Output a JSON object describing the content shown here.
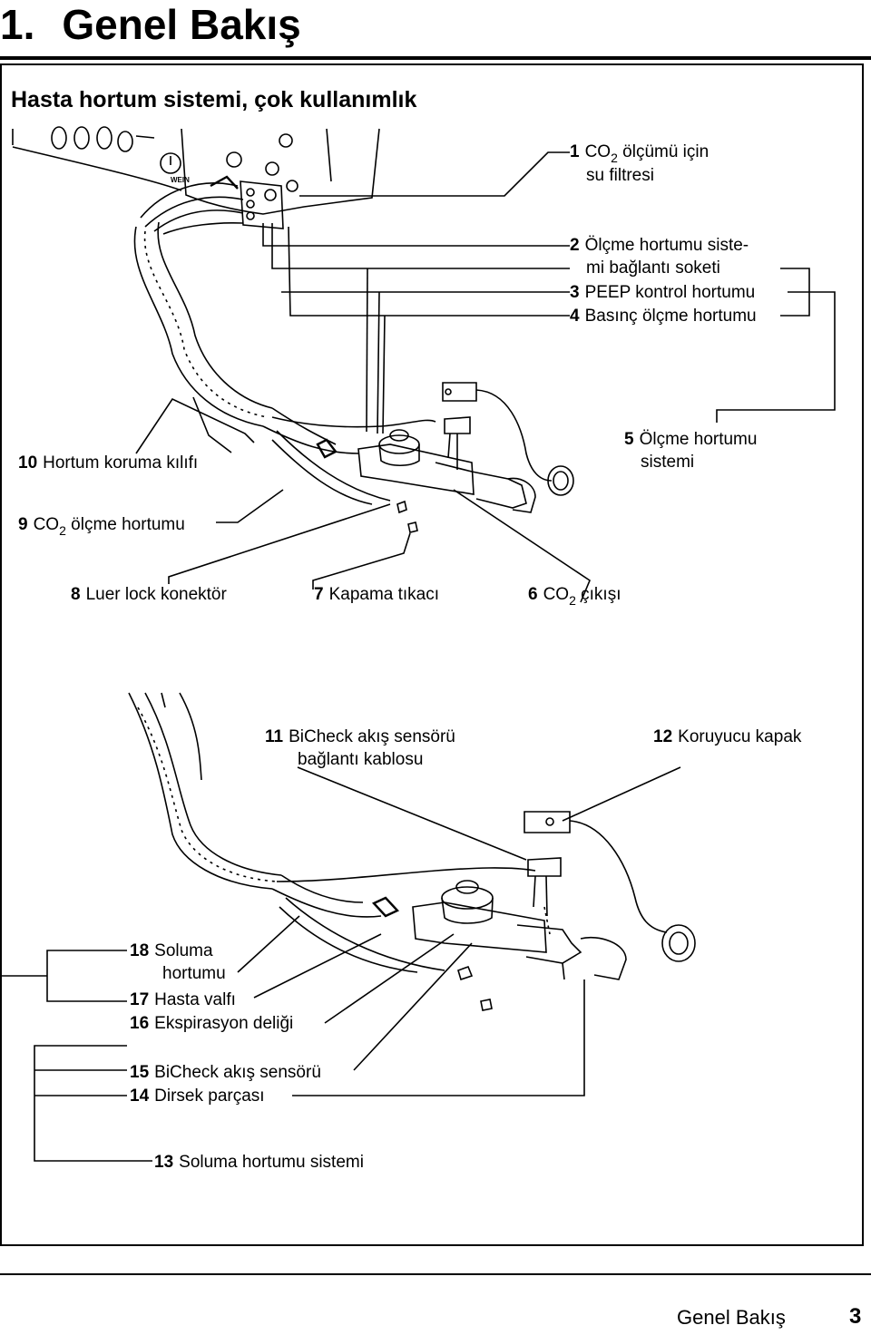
{
  "header": {
    "number": "1.",
    "title": "Genel Bakış"
  },
  "subtitle": "Hasta hortum sistemi, çok kullanımlık",
  "labels_top": {
    "l1": {
      "num": "1",
      "pre": "CO",
      "sub": "2",
      "post": " ölçümü için",
      "line2": "su filtresi"
    },
    "l2": {
      "num": "2",
      "text": "Ölçme hortumu siste-",
      "line2": "mi bağlantı soketi"
    },
    "l3": {
      "num": "3",
      "text": "PEEP kontrol hortumu"
    },
    "l4": {
      "num": "4",
      "text": "Basınç ölçme hortumu"
    },
    "l5": {
      "num": "5",
      "text": "Ölçme hortumu",
      "line2": "sistemi"
    },
    "l6": {
      "num": "6",
      "pre": "CO",
      "sub": "2",
      "post": " çıkışı"
    },
    "l7": {
      "num": "7",
      "text": "Kapama tıkacı"
    },
    "l8": {
      "num": "8",
      "text": "Luer lock konektör"
    },
    "l9": {
      "num": "9",
      "pre": "CO",
      "sub": "2",
      "post": " ölçme hortumu"
    },
    "l10": {
      "num": "10",
      "text": "Hortum koruma kılıfı"
    }
  },
  "labels_bottom": {
    "l11": {
      "num": "11",
      "text": "BiCheck akış sensörü",
      "line2": "bağlantı kablosu"
    },
    "l12": {
      "num": "12",
      "text": "Koruyucu kapak"
    },
    "l13": {
      "num": "13",
      "text": "Soluma hortumu sistemi"
    },
    "l14": {
      "num": "14",
      "text": "Dirsek parçası"
    },
    "l15": {
      "num": "15",
      "text": "BiCheck akış sensörü"
    },
    "l16": {
      "num": "16",
      "text": "Ekspirasyon deliği"
    },
    "l17": {
      "num": "17",
      "text": "Hasta valfı"
    },
    "l18": {
      "num": "18",
      "text": "Soluma",
      "line2": "hortumu"
    }
  },
  "device_label": "WEIN",
  "footer": {
    "section": "Genel Bakış",
    "page": "3"
  }
}
